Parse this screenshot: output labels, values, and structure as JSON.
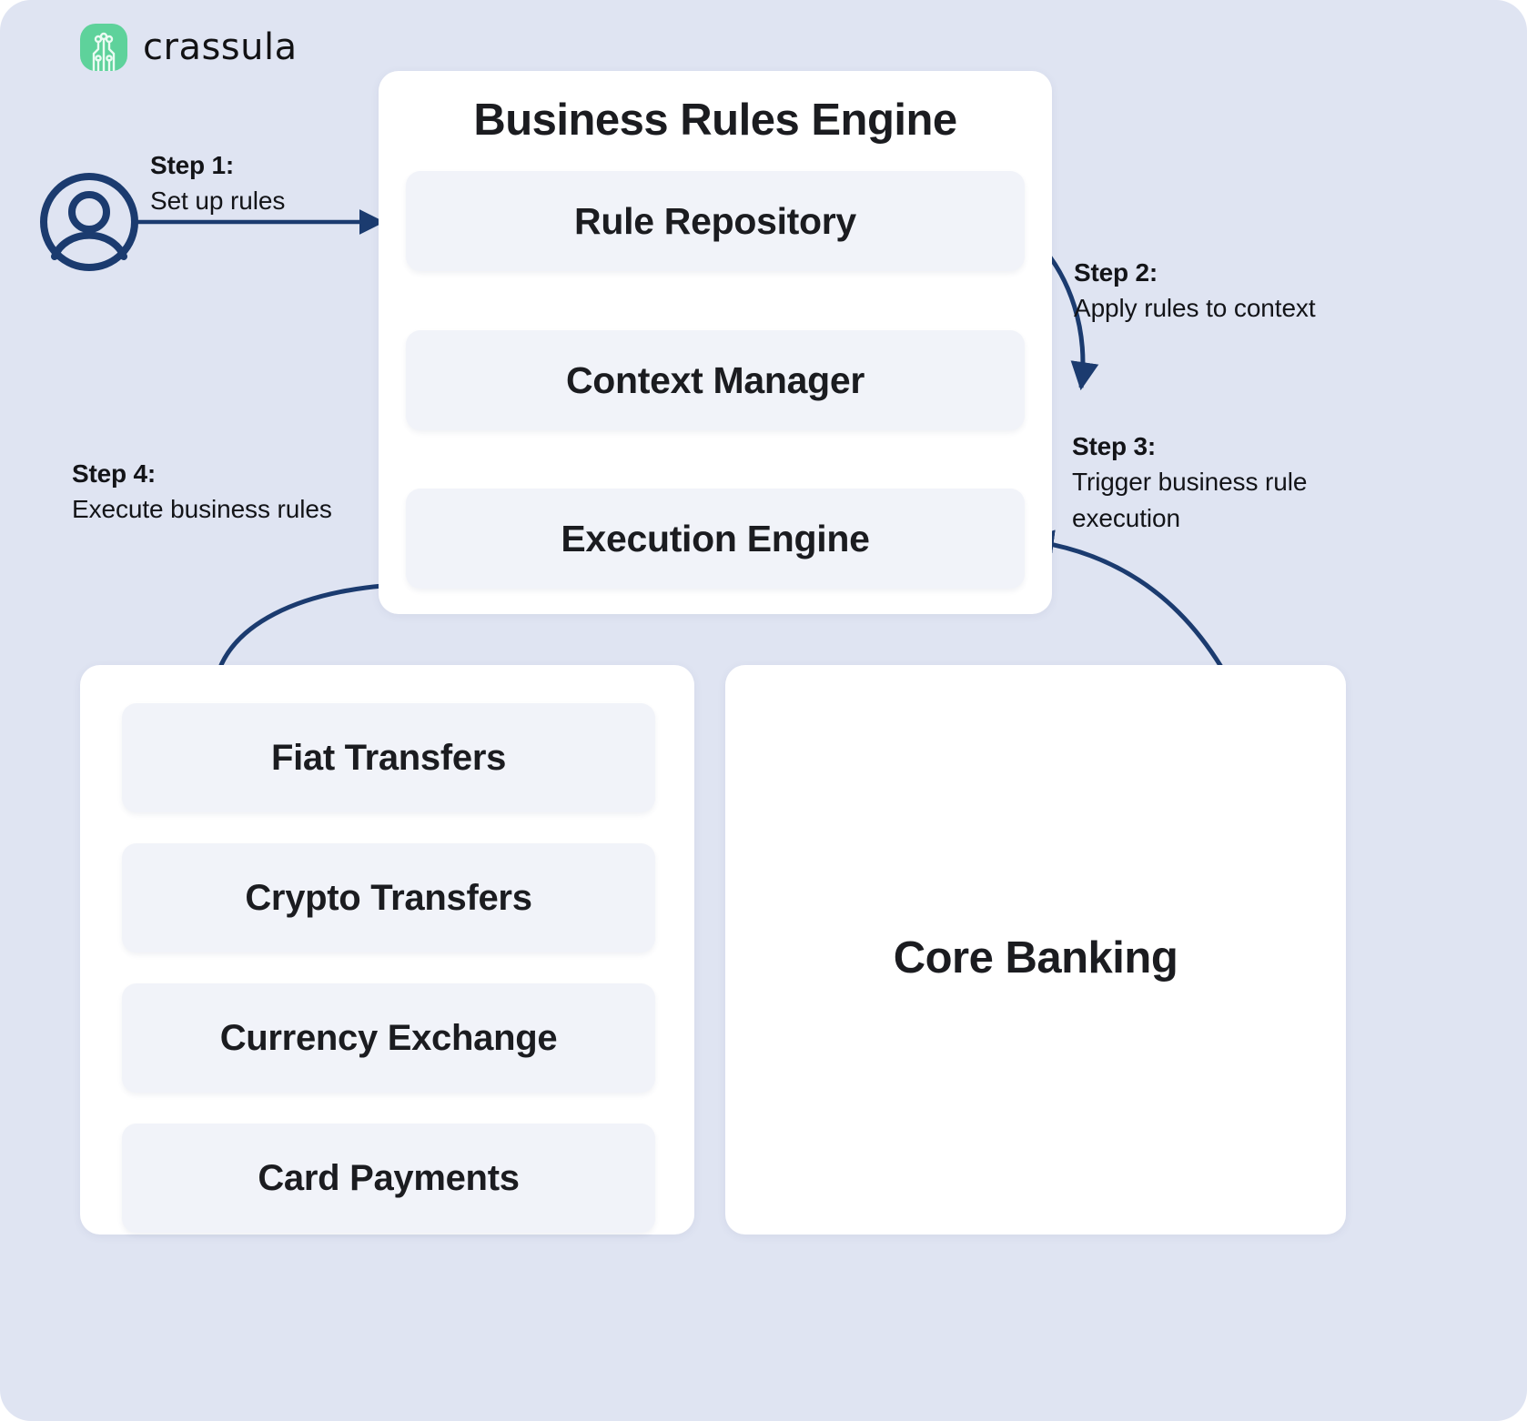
{
  "brand": {
    "name": "crassula",
    "mark_icon": "circuit-logo-icon",
    "mark_color": "#5ed29b"
  },
  "colors": {
    "background": "#dfe4f2",
    "panel": "#ffffff",
    "sub_box": "#f1f3f9",
    "connector": "#1b3b6f",
    "text": "#1b1c20"
  },
  "actor": {
    "icon": "user-avatar-icon"
  },
  "steps": [
    {
      "head": "Step 1:",
      "body": "Set up rules"
    },
    {
      "head": "Step 2:",
      "body": "Apply rules to context"
    },
    {
      "head": "Step 3:",
      "body": "Trigger business rule execution"
    },
    {
      "head": "Step 4:",
      "body": "Execute business rules"
    }
  ],
  "panels": {
    "business_rules_engine": {
      "title": "Business Rules Engine",
      "boxes": [
        {
          "label": "Rule Repository"
        },
        {
          "label": "Context Manager"
        },
        {
          "label": "Execution Engine"
        }
      ]
    },
    "services": {
      "boxes": [
        {
          "label": "Fiat Transfers"
        },
        {
          "label": "Crypto Transfers"
        },
        {
          "label": "Currency Exchange"
        },
        {
          "label": "Card Payments"
        }
      ]
    },
    "core_banking": {
      "title": "Core Banking"
    }
  }
}
